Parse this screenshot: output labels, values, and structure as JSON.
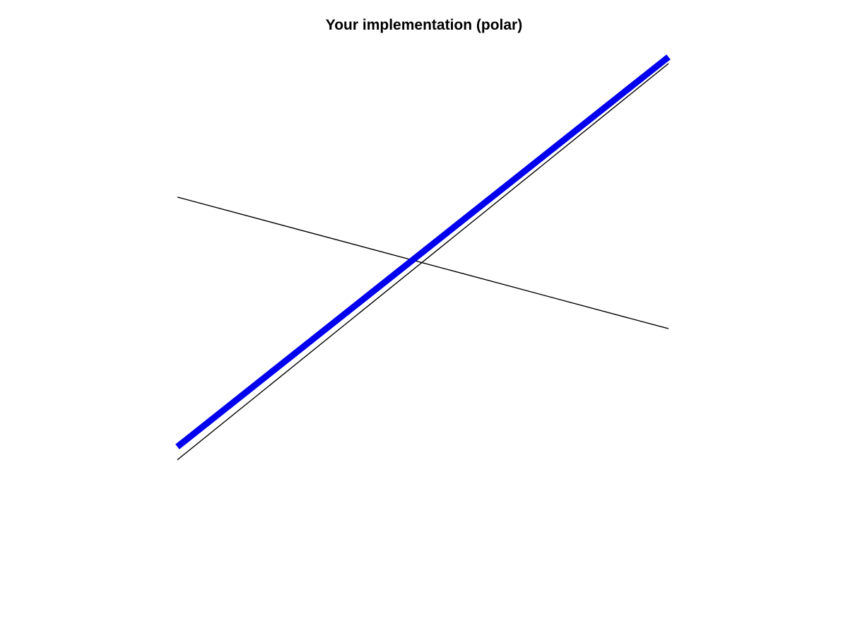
{
  "chart_data": {
    "type": "line",
    "title": "Your implementation (polar)",
    "xlabel": "",
    "ylabel": "",
    "axes_visible": false,
    "grid": false,
    "xlim": [
      0,
      1
    ],
    "ylim": [
      0,
      1
    ],
    "series": [
      {
        "color": "#000000",
        "style": "thin",
        "x": [
          0,
          1
        ],
        "y": [
          0.6225,
          0.3015
        ]
      },
      {
        "color": "#000000",
        "style": "thin",
        "x": [
          0,
          1
        ],
        "y": [
          -0.0185,
          0.9485
        ]
      },
      {
        "color": "#0000ee",
        "style": "thick",
        "x": [
          0,
          1
        ],
        "y": [
          0.0135,
          0.9645
        ]
      }
    ]
  }
}
